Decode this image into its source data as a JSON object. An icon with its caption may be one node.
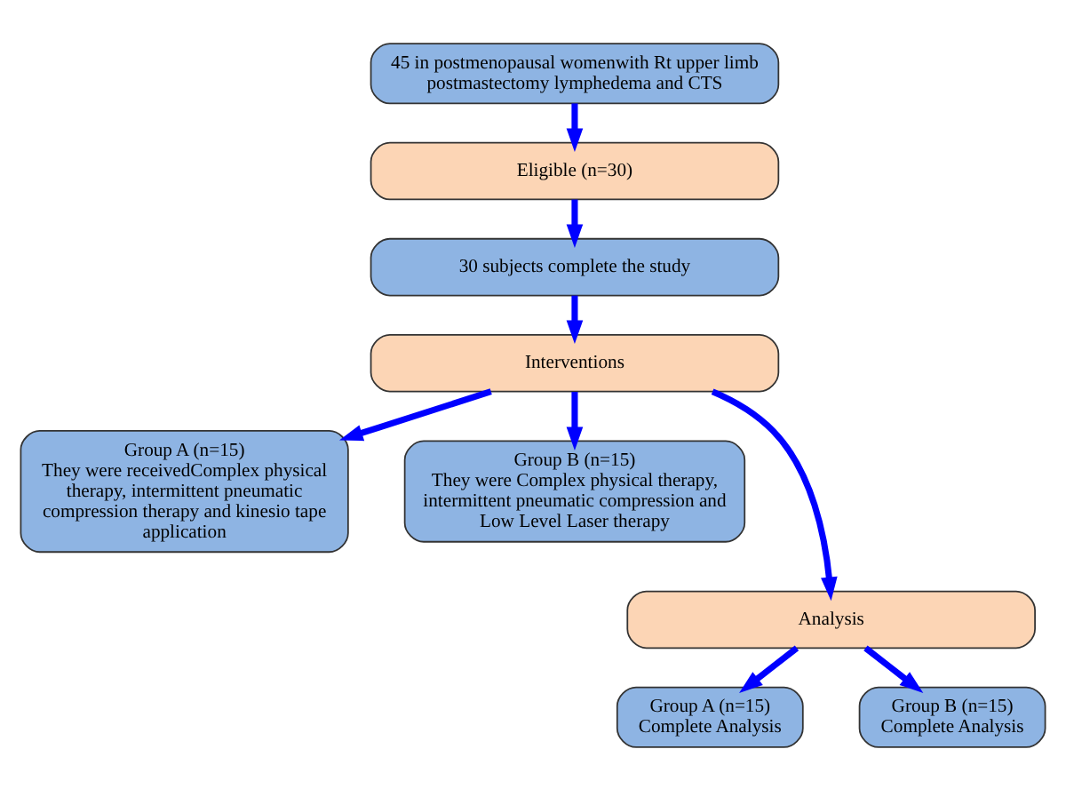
{
  "diagram": {
    "nodes": [
      {
        "text": [
          "45 in postmenopausal womenwith Rt upper limb postmastectomy lymphedema and CTS"
        ]
      },
      {
        "text": [
          "Eligible (n=30)"
        ]
      },
      {
        "text": [
          "30 subjects complete the study"
        ]
      },
      {
        "text": [
          "Interventions"
        ]
      },
      {
        "text": [
          "Group A (n=15)",
          "They were receivedComplex physical therapy, intermittent pneumatic compression therapy and kinesio tape application"
        ]
      },
      {
        "text": [
          "Group B (n=15)",
          "They were Complex physical therapy, intermittent pneumatic compression and Low Level Laser therapy"
        ]
      },
      {
        "text": [
          "Analysis"
        ]
      },
      {
        "text": [
          "Group A (n=15)",
          "Complete Analysis"
        ]
      },
      {
        "text": [
          "Group B (n=15)",
          "Complete Analysis"
        ]
      }
    ],
    "edges": [
      {
        "from": 0,
        "to": 1,
        "arrow": "to"
      },
      {
        "from": 1,
        "to": 2,
        "arrow": "to"
      },
      {
        "from": 2,
        "to": 3,
        "arrow": "to"
      },
      {
        "from": 3,
        "to": 4,
        "arrow": "to"
      },
      {
        "from": 3,
        "to": 6,
        "arrow": "to"
      },
      {
        "from": 3,
        "to": 5,
        "arrow": "to"
      },
      {
        "from": 6,
        "to": 7,
        "arrow": "to"
      },
      {
        "from": 6,
        "to": 8,
        "arrow": "to"
      }
    ]
  }
}
